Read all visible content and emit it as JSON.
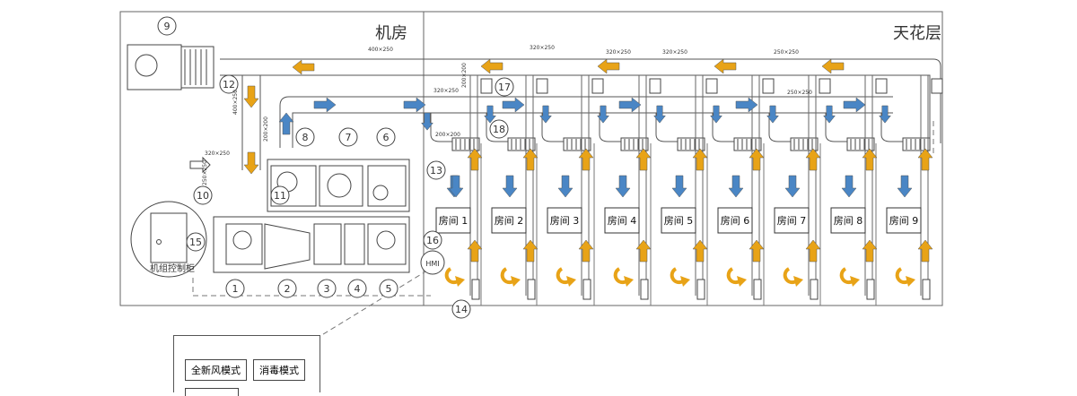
{
  "labels": {
    "machine_room": "机房",
    "ceiling": "天花层",
    "cabinet": "机组控制柜",
    "hmi": "HMI"
  },
  "rooms": [
    "房间 1",
    "房间 2",
    "房间 3",
    "房间 4",
    "房间 5",
    "房间 6",
    "房间 7",
    "房间 8",
    "房间 9"
  ],
  "callouts": [
    "1",
    "2",
    "3",
    "4",
    "5",
    "6",
    "7",
    "8",
    "9",
    "10",
    "11",
    "12",
    "13",
    "14",
    "15",
    "16",
    "17",
    "18"
  ],
  "duct_sizes": {
    "d1": "400×250",
    "d2": "400×250",
    "d3": "320×250",
    "d4": "320×250",
    "d5": "320×250",
    "d6": "250×250",
    "d7": "250×250",
    "d8": "200×200",
    "d9": "320×250",
    "d10": "200×200",
    "d11": "320×250",
    "d12": "200×200",
    "d13": "250×250"
  },
  "hmi_panel": {
    "btn_fresh": "全新风模式",
    "btn_disinfect": "消毒模式"
  },
  "colors": {
    "supply_arrow": "#4a86c5",
    "return_arrow": "#e8a317",
    "line": "#444444"
  }
}
